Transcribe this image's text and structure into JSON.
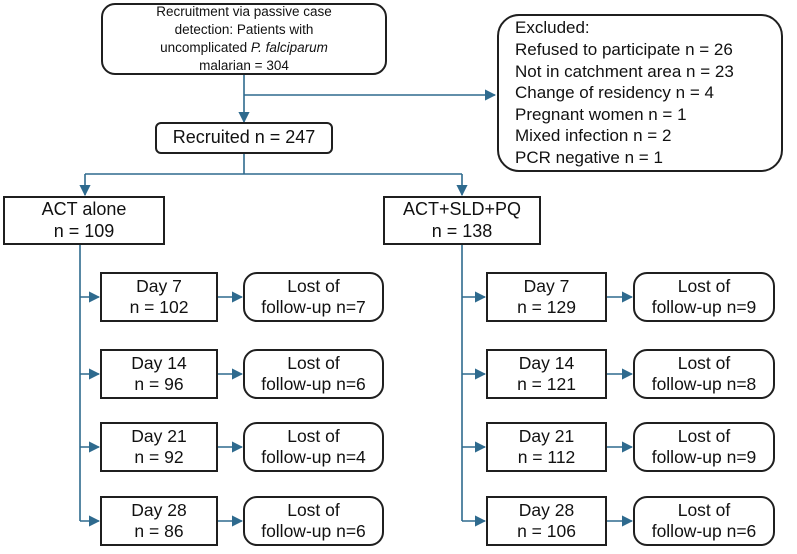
{
  "recruitment": {
    "line1": "Recruitment via passive case",
    "line2": "detection: Patients with",
    "line3_pre": "uncomplicated ",
    "line3_italic": "P. falciparum",
    "line4": "malarian = 304"
  },
  "excluded": {
    "title": "Excluded:",
    "items": [
      "Refused to participate n = 26",
      "Not in catchment area n = 23",
      "Change of residency n = 4",
      "Pregnant women n = 1",
      "Mixed infection n = 2",
      "PCR negative n = 1"
    ]
  },
  "recruited": {
    "label": "Recruited n = 247"
  },
  "arms": [
    {
      "name": "ACT alone",
      "n": "n = 109",
      "days": [
        {
          "day": "Day 7",
          "n": "n = 102",
          "lost1": "Lost of",
          "lost2": "follow-up n=7"
        },
        {
          "day": "Day 14",
          "n": "n = 96",
          "lost1": "Lost of",
          "lost2": "follow-up n=6"
        },
        {
          "day": "Day 21",
          "n": "n = 92",
          "lost1": "Lost of",
          "lost2": "follow-up n=4"
        },
        {
          "day": "Day 28",
          "n": "n = 86",
          "lost1": "Lost of",
          "lost2": "follow-up n=6"
        }
      ]
    },
    {
      "name": "ACT+SLD+PQ",
      "n": "n = 138",
      "days": [
        {
          "day": "Day 7",
          "n": "n = 129",
          "lost1": "Lost of",
          "lost2": "follow-up n=9"
        },
        {
          "day": "Day 14",
          "n": "n = 121",
          "lost1": "Lost of",
          "lost2": "follow-up n=8"
        },
        {
          "day": "Day 21",
          "n": "n = 112",
          "lost1": "Lost of",
          "lost2": "follow-up n=9"
        },
        {
          "day": "Day 28",
          "n": "n = 106",
          "lost1": "Lost of",
          "lost2": "follow-up n=6"
        }
      ]
    }
  ],
  "colors": {
    "connector": "#2e6a8e",
    "border": "#1f1f1f",
    "text": "#111111"
  }
}
